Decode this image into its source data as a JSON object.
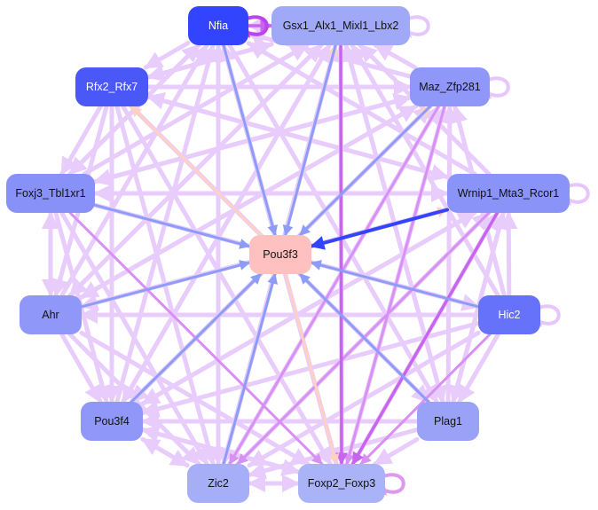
{
  "diagram": {
    "type": "directed-network",
    "title": "",
    "center_node": "Pou3f3",
    "nodes": [
      {
        "id": "Nfia",
        "label": "Nfia",
        "fill": "#3344ff",
        "text_color": "#ffffff",
        "self_loop": true,
        "loop_color": "#bb44ee"
      },
      {
        "id": "Gsx1_Alx1_Mixl1_Lbx2",
        "label": "Gsx1_Alx1_Mixl1_Lbx2",
        "fill": "#a0a8f8",
        "text_color": "#111111",
        "self_loop": true,
        "loop_color": "#e6c6fb"
      },
      {
        "id": "Maz_Zfp281",
        "label": "Maz_Zfp281",
        "fill": "#8f98f8",
        "text_color": "#111111",
        "self_loop": true,
        "loop_color": "#e6c6fb"
      },
      {
        "id": "Wrnip1_Mta3_Rcor1",
        "label": "Wrnip1_Mta3_Rcor1",
        "fill": "#8a93f8",
        "text_color": "#111111",
        "self_loop": true,
        "loop_color": "#e6c6fb"
      },
      {
        "id": "Hic2",
        "label": "Hic2",
        "fill": "#6672fa",
        "text_color": "#ffffff",
        "self_loop": true,
        "loop_color": "#e6c6fb"
      },
      {
        "id": "Plag1",
        "label": "Plag1",
        "fill": "#9aa2f8",
        "text_color": "#111111",
        "self_loop": false
      },
      {
        "id": "Foxp2_Foxp3",
        "label": "Foxp2_Foxp3",
        "fill": "#aab2f8",
        "text_color": "#111111",
        "self_loop": true,
        "loop_color": "#dd99f0"
      },
      {
        "id": "Zic2",
        "label": "Zic2",
        "fill": "#a6aef8",
        "text_color": "#111111",
        "self_loop": false
      },
      {
        "id": "Pou3f4",
        "label": "Pou3f4",
        "fill": "#8f98f8",
        "text_color": "#111111",
        "self_loop": false
      },
      {
        "id": "Ahr",
        "label": "Ahr",
        "fill": "#8f98f8",
        "text_color": "#111111",
        "self_loop": false
      },
      {
        "id": "Foxj3_Tbl1xr1",
        "label": "Foxj3_Tbl1xr1",
        "fill": "#8891f8",
        "text_color": "#111111",
        "self_loop": false
      },
      {
        "id": "Rfx2_Rfx7",
        "label": "Rfx2_Rfx7",
        "fill": "#4a58f8",
        "text_color": "#ffffff",
        "self_loop": false
      },
      {
        "id": "Pou3f3",
        "label": "Pou3f3",
        "fill": "#ffc0c0",
        "text_color": "#111111",
        "self_loop": false
      }
    ],
    "edge_colors": {
      "faint": "#e8ccfc",
      "medium": "#d890f4",
      "strong": "#c864f0",
      "target_blue": "#8c9cf8",
      "target_strong_blue": "#3344ff",
      "peach": "#ffd0c4"
    },
    "edges_to_center": [
      {
        "from": "Nfia",
        "color": "target_blue"
      },
      {
        "from": "Gsx1_Alx1_Mixl1_Lbx2",
        "color": "target_blue"
      },
      {
        "from": "Maz_Zfp281",
        "color": "target_blue"
      },
      {
        "from": "Wrnip1_Mta3_Rcor1",
        "color": "target_strong_blue"
      },
      {
        "from": "Hic2",
        "color": "target_blue"
      },
      {
        "from": "Plag1",
        "color": "target_blue"
      },
      {
        "from": "Zic2",
        "color": "target_blue"
      },
      {
        "from": "Pou3f4",
        "color": "target_blue"
      },
      {
        "from": "Ahr",
        "color": "target_blue"
      },
      {
        "from": "Foxj3_Tbl1xr1",
        "color": "target_blue"
      }
    ],
    "edges_from_center": [
      {
        "to": "Rfx2_Rfx7",
        "color": "peach"
      },
      {
        "to": "Gsx1_Alx1_Mixl1_Lbx2",
        "color": "peach"
      },
      {
        "to": "Maz_Zfp281",
        "color": "peach"
      },
      {
        "to": "Wrnip1_Mta3_Rcor1",
        "color": "peach"
      },
      {
        "to": "Foxp2_Foxp3",
        "color": "peach"
      }
    ],
    "peripheral_edges": [
      {
        "from": "Nfia",
        "to": "Gsx1_Alx1_Mixl1_Lbx2",
        "color": "strong"
      },
      {
        "from": "Gsx1_Alx1_Mixl1_Lbx2",
        "to": "Nfia",
        "color": "faint"
      },
      {
        "from": "Gsx1_Alx1_Mixl1_Lbx2",
        "to": "Foxp2_Foxp3",
        "color": "strong"
      },
      {
        "from": "Gsx1_Alx1_Mixl1_Lbx2",
        "to": "Rfx2_Rfx7",
        "color": "faint"
      },
      {
        "from": "Gsx1_Alx1_Mixl1_Lbx2",
        "to": "Zic2",
        "color": "faint"
      },
      {
        "from": "Gsx1_Alx1_Mixl1_Lbx2",
        "to": "Pou3f4",
        "color": "faint"
      },
      {
        "from": "Gsx1_Alx1_Mixl1_Lbx2",
        "to": "Plag1",
        "color": "faint"
      },
      {
        "from": "Gsx1_Alx1_Mixl1_Lbx2",
        "to": "Ahr",
        "color": "faint"
      },
      {
        "from": "Nfia",
        "to": "Rfx2_Rfx7",
        "color": "faint"
      },
      {
        "from": "Nfia",
        "to": "Foxj3_Tbl1xr1",
        "color": "faint"
      },
      {
        "from": "Nfia",
        "to": "Zic2",
        "color": "faint"
      },
      {
        "from": "Nfia",
        "to": "Foxp2_Foxp3",
        "color": "faint"
      },
      {
        "from": "Nfia",
        "to": "Plag1",
        "color": "faint"
      },
      {
        "from": "Maz_Zfp281",
        "to": "Gsx1_Alx1_Mixl1_Lbx2",
        "color": "faint"
      },
      {
        "from": "Maz_Zfp281",
        "to": "Foxp2_Foxp3",
        "color": "medium"
      },
      {
        "from": "Maz_Zfp281",
        "to": "Zic2",
        "color": "medium"
      },
      {
        "from": "Maz_Zfp281",
        "to": "Pou3f4",
        "color": "faint"
      },
      {
        "from": "Maz_Zfp281",
        "to": "Nfia",
        "color": "faint"
      },
      {
        "from": "Maz_Zfp281",
        "to": "Foxj3_Tbl1xr1",
        "color": "faint"
      },
      {
        "from": "Maz_Zfp281",
        "to": "Ahr",
        "color": "faint"
      },
      {
        "from": "Wrnip1_Mta3_Rcor1",
        "to": "Foxp2_Foxp3",
        "color": "strong"
      },
      {
        "from": "Wrnip1_Mta3_Rcor1",
        "to": "Zic2",
        "color": "medium"
      },
      {
        "from": "Wrnip1_Mta3_Rcor1",
        "to": "Pou3f4",
        "color": "faint"
      },
      {
        "from": "Wrnip1_Mta3_Rcor1",
        "to": "Foxj3_Tbl1xr1",
        "color": "faint"
      },
      {
        "from": "Wrnip1_Mta3_Rcor1",
        "to": "Ahr",
        "color": "faint"
      },
      {
        "from": "Wrnip1_Mta3_Rcor1",
        "to": "Gsx1_Alx1_Mixl1_Lbx2",
        "color": "faint"
      },
      {
        "from": "Wrnip1_Mta3_Rcor1",
        "to": "Nfia",
        "color": "faint"
      },
      {
        "from": "Wrnip1_Mta3_Rcor1",
        "to": "Rfx2_Rfx7",
        "color": "faint"
      },
      {
        "from": "Wrnip1_Mta3_Rcor1",
        "to": "Plag1",
        "color": "faint"
      },
      {
        "from": "Hic2",
        "to": "Wrnip1_Mta3_Rcor1",
        "color": "faint"
      },
      {
        "from": "Hic2",
        "to": "Foxp2_Foxp3",
        "color": "medium"
      },
      {
        "from": "Hic2",
        "to": "Zic2",
        "color": "faint"
      },
      {
        "from": "Hic2",
        "to": "Pou3f4",
        "color": "faint"
      },
      {
        "from": "Hic2",
        "to": "Gsx1_Alx1_Mixl1_Lbx2",
        "color": "faint"
      },
      {
        "from": "Hic2",
        "to": "Plag1",
        "color": "faint"
      },
      {
        "from": "Hic2",
        "to": "Ahr",
        "color": "faint"
      },
      {
        "from": "Plag1",
        "to": "Foxp2_Foxp3",
        "color": "faint"
      },
      {
        "from": "Plag1",
        "to": "Zic2",
        "color": "faint"
      },
      {
        "from": "Plag1",
        "to": "Gsx1_Alx1_Mixl1_Lbx2",
        "color": "faint"
      },
      {
        "from": "Plag1",
        "to": "Maz_Zfp281",
        "color": "faint"
      },
      {
        "from": "Plag1",
        "to": "Pou3f4",
        "color": "faint"
      },
      {
        "from": "Zic2",
        "to": "Foxp2_Foxp3",
        "color": "faint"
      },
      {
        "from": "Zic2",
        "to": "Gsx1_Alx1_Mixl1_Lbx2",
        "color": "faint"
      },
      {
        "from": "Zic2",
        "to": "Maz_Zfp281",
        "color": "faint"
      },
      {
        "from": "Zic2",
        "to": "Wrnip1_Mta3_Rcor1",
        "color": "faint"
      },
      {
        "from": "Zic2",
        "to": "Pou3f4",
        "color": "faint"
      },
      {
        "from": "Pou3f4",
        "to": "Foxp2_Foxp3",
        "color": "faint"
      },
      {
        "from": "Pou3f4",
        "to": "Zic2",
        "color": "faint"
      },
      {
        "from": "Pou3f4",
        "to": "Gsx1_Alx1_Mixl1_Lbx2",
        "color": "faint"
      },
      {
        "from": "Pou3f4",
        "to": "Nfia",
        "color": "faint"
      },
      {
        "from": "Pou3f4",
        "to": "Maz_Zfp281",
        "color": "faint"
      },
      {
        "from": "Pou3f4",
        "to": "Wrnip1_Mta3_Rcor1",
        "color": "faint"
      },
      {
        "from": "Ahr",
        "to": "Pou3f4",
        "color": "faint"
      },
      {
        "from": "Ahr",
        "to": "Foxp2_Foxp3",
        "color": "faint"
      },
      {
        "from": "Ahr",
        "to": "Zic2",
        "color": "faint"
      },
      {
        "from": "Ahr",
        "to": "Gsx1_Alx1_Mixl1_Lbx2",
        "color": "faint"
      },
      {
        "from": "Ahr",
        "to": "Nfia",
        "color": "faint"
      },
      {
        "from": "Ahr",
        "to": "Foxj3_Tbl1xr1",
        "color": "faint"
      },
      {
        "from": "Ahr",
        "to": "Maz_Zfp281",
        "color": "faint"
      },
      {
        "from": "Foxj3_Tbl1xr1",
        "to": "Wrnip1_Mta3_Rcor1",
        "color": "faint"
      },
      {
        "from": "Foxj3_Tbl1xr1",
        "to": "Foxp2_Foxp3",
        "color": "medium"
      },
      {
        "from": "Foxj3_Tbl1xr1",
        "to": "Zic2",
        "color": "faint"
      },
      {
        "from": "Foxj3_Tbl1xr1",
        "to": "Pou3f4",
        "color": "faint"
      },
      {
        "from": "Foxj3_Tbl1xr1",
        "to": "Ahr",
        "color": "faint"
      },
      {
        "from": "Foxj3_Tbl1xr1",
        "to": "Gsx1_Alx1_Mixl1_Lbx2",
        "color": "faint"
      },
      {
        "from": "Foxj3_Tbl1xr1",
        "to": "Nfia",
        "color": "faint"
      },
      {
        "from": "Foxj3_Tbl1xr1",
        "to": "Maz_Zfp281",
        "color": "faint"
      },
      {
        "from": "Foxj3_Tbl1xr1",
        "to": "Hic2",
        "color": "faint"
      },
      {
        "from": "Rfx2_Rfx7",
        "to": "Maz_Zfp281",
        "color": "faint"
      },
      {
        "from": "Rfx2_Rfx7",
        "to": "Foxj3_Tbl1xr1",
        "color": "faint"
      },
      {
        "from": "Rfx2_Rfx7",
        "to": "Pou3f4",
        "color": "faint"
      },
      {
        "from": "Rfx2_Rfx7",
        "to": "Zic2",
        "color": "faint"
      },
      {
        "from": "Rfx2_Rfx7",
        "to": "Foxp2_Foxp3",
        "color": "faint"
      },
      {
        "from": "Rfx2_Rfx7",
        "to": "Ahr",
        "color": "faint"
      },
      {
        "from": "Rfx2_Rfx7",
        "to": "Gsx1_Alx1_Mixl1_Lbx2",
        "color": "faint"
      },
      {
        "from": "Rfx2_Rfx7",
        "to": "Wrnip1_Mta3_Rcor1",
        "color": "faint"
      },
      {
        "from": "Rfx2_Rfx7",
        "to": "Plag1",
        "color": "faint"
      },
      {
        "from": "Foxp2_Foxp3",
        "to": "Zic2",
        "color": "faint"
      },
      {
        "from": "Foxp2_Foxp3",
        "to": "Pou3f4",
        "color": "faint"
      },
      {
        "from": "Foxp2_Foxp3",
        "to": "Gsx1_Alx1_Mixl1_Lbx2",
        "color": "faint"
      },
      {
        "from": "Foxp2_Foxp3",
        "to": "Maz_Zfp281",
        "color": "faint"
      },
      {
        "from": "Foxp2_Foxp3",
        "to": "Wrnip1_Mta3_Rcor1",
        "color": "faint"
      },
      {
        "from": "Foxp2_Foxp3",
        "to": "Nfia",
        "color": "faint"
      },
      {
        "from": "Zic2",
        "to": "Nfia",
        "color": "faint"
      },
      {
        "from": "Plag1",
        "to": "Wrnip1_Mta3_Rcor1",
        "color": "faint"
      },
      {
        "from": "Hic2",
        "to": "Maz_Zfp281",
        "color": "faint"
      }
    ]
  }
}
